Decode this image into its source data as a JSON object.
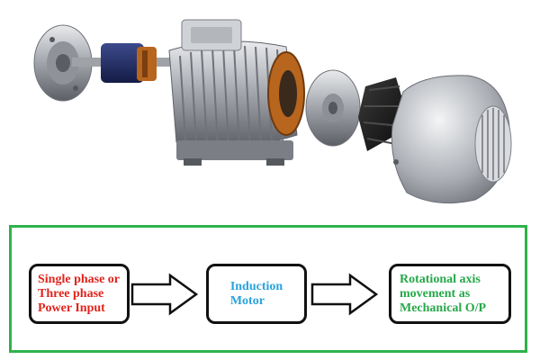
{
  "colors": {
    "frame": "#2fb24a",
    "input_text": "#e0241c",
    "motor_text": "#2aa3dd",
    "output_text": "#27a84a",
    "motor_body": "#b9bdc2",
    "rotor": "#1f2d6b",
    "copper": "#b8651e"
  },
  "icons": {
    "photo": "exploded-induction-motor",
    "arrow": "hollow-right-arrow"
  },
  "flow": {
    "input_label": "Single phase or\nThree phase\nPower Input",
    "motor_label": "Induction\nMotor",
    "output_label": "Rotational  axis\nmovement as\nMechanical O/P"
  }
}
